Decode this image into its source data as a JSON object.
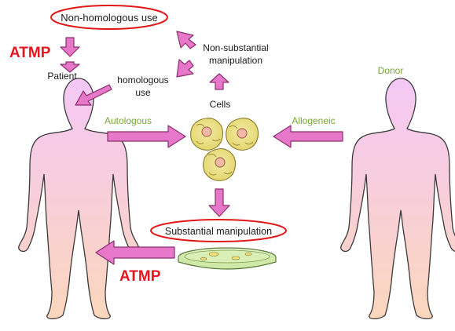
{
  "labels": {
    "non_homologous_use": "Non-homologous use",
    "atmp_top": "ATMP",
    "patient": "Patient",
    "homologous_line1": "homologous",
    "homologous_line2": "use",
    "non_substantial_line1": "Non-substantial",
    "non_substantial_line2": "manipulation",
    "cells": "Cells",
    "autologous": "Autologous",
    "allogeneic": "Allogeneic",
    "donor": "Donor",
    "substantial_manipulation": "Substantial manipulation",
    "atmp_bottom": "ATMP"
  },
  "colors": {
    "arrow_fill": "#e777c8",
    "arrow_stroke": "#8a2f6f",
    "oval_stroke": "#e01818",
    "atmp_red": "#e8161e",
    "green_label": "#76a83a",
    "body_top": "#f4c8f6",
    "body_bottom": "#fbd6bc",
    "body_outline": "#3a3a3a",
    "cell_fill": "#ece38a",
    "cell_stroke": "#8a7a2a",
    "dish_fill": "#cfe9a8"
  }
}
